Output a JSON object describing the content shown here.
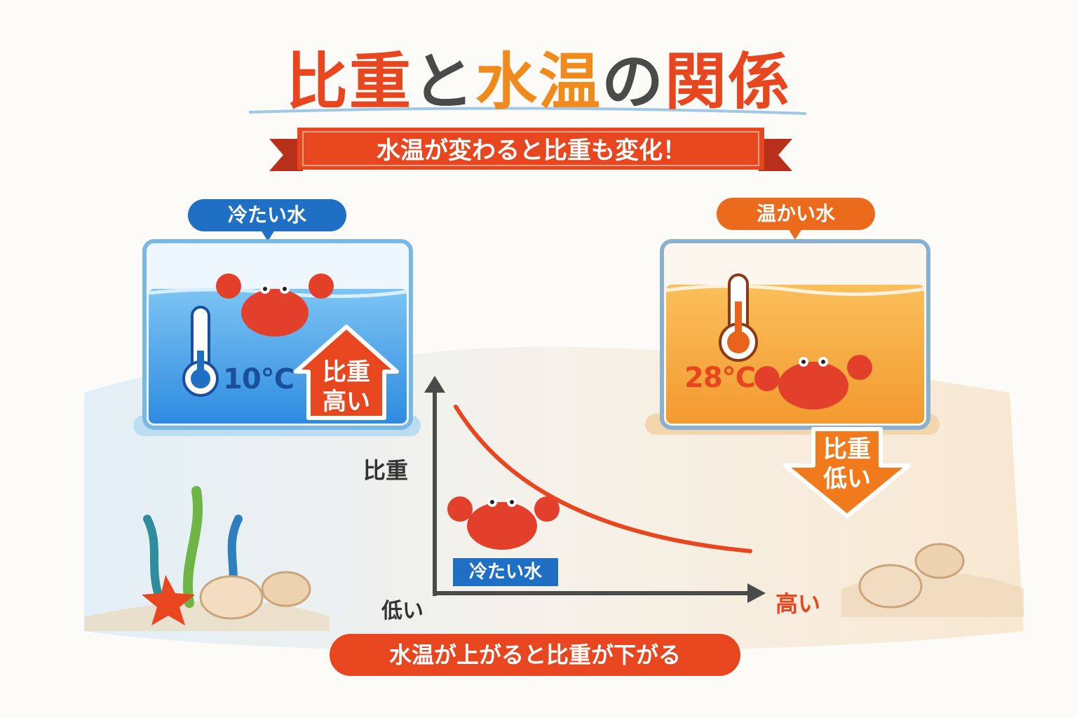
{
  "title": {
    "part1": "比重",
    "part2": "と",
    "part3": "水温",
    "part4": "の",
    "part5": "関係"
  },
  "subtitle": "水温が変わると比重も変化！",
  "cold": {
    "label": "冷たい水",
    "temperature": "10℃",
    "arrow_line1": "比重",
    "arrow_line2": "高い"
  },
  "warm": {
    "label": "温かい水",
    "temperature": "28℃",
    "arrow_line1": "比重",
    "arrow_line2": "低い"
  },
  "graph": {
    "y_label": "比重",
    "x_low": "低い",
    "x_high": "高い",
    "tag": "冷たい水"
  },
  "conclusion": "水温が上がると比重が下がる",
  "colors": {
    "red": "#e8461f",
    "orange": "#f08a1c",
    "dark": "#4a4a4a",
    "blue": "#1f6fc4",
    "cold_water": "#4aa6ea",
    "warm_water": "#f5a640"
  }
}
